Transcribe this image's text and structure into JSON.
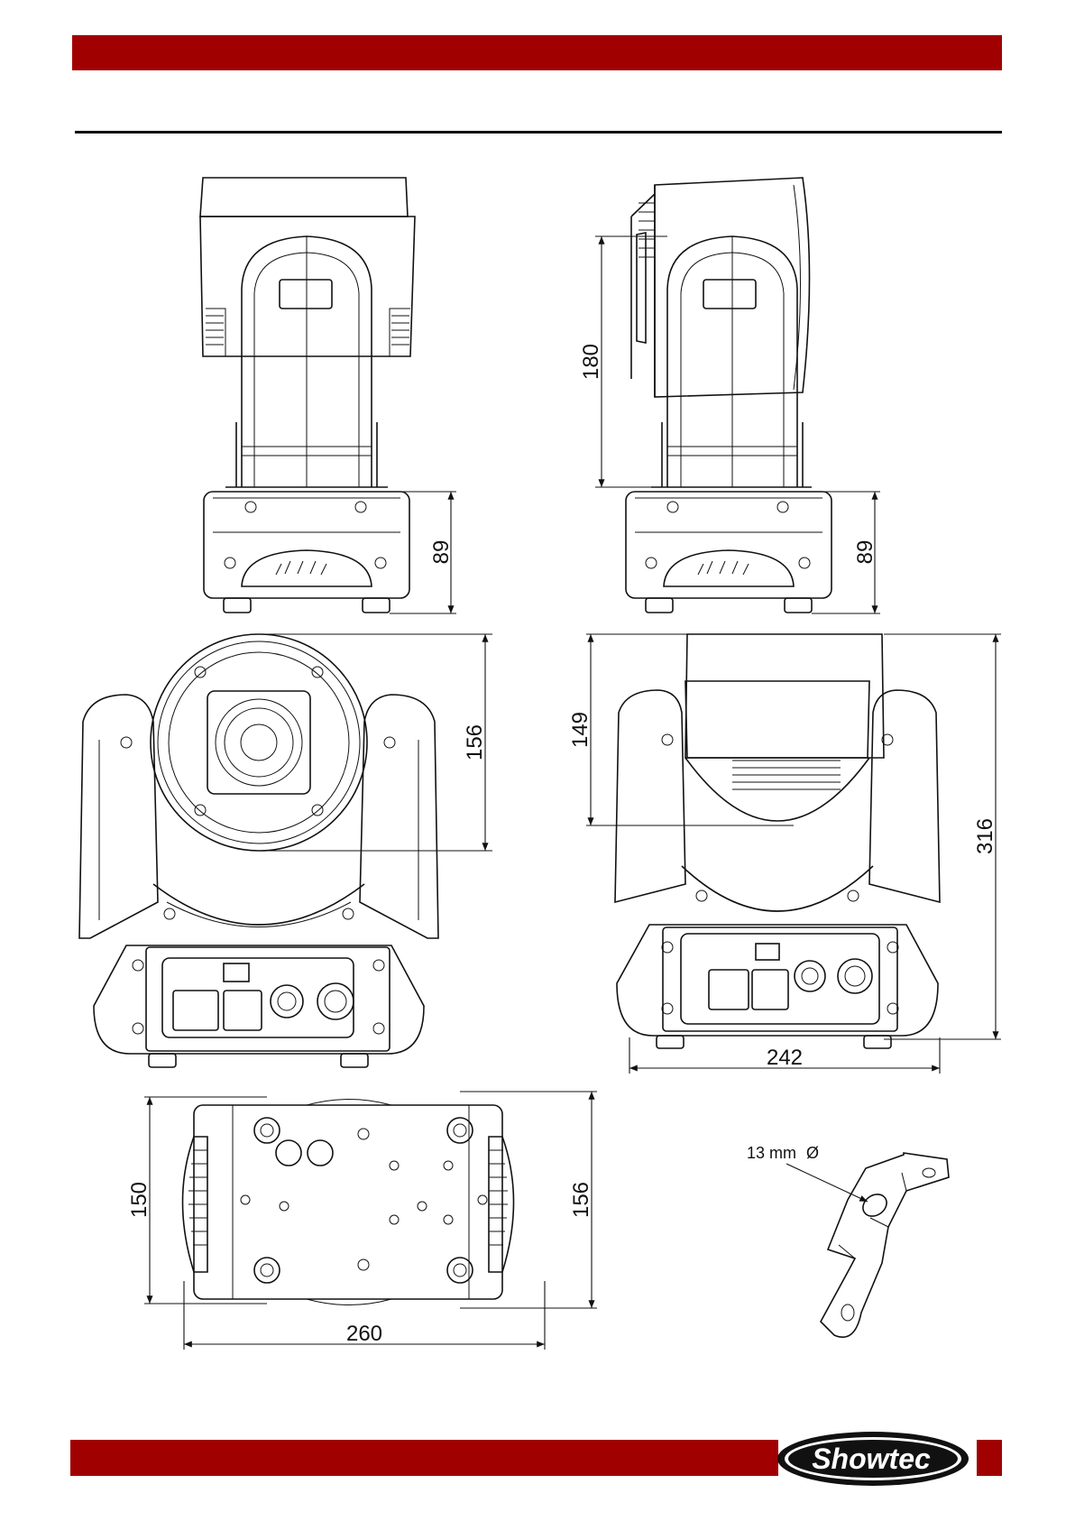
{
  "colors": {
    "band": "#a00000",
    "line": "#111111"
  },
  "logo": {
    "text": "Showtec",
    "icon": "showtec-logo"
  },
  "dimensions": {
    "front_base_height": "89",
    "side_head_height": "180",
    "side_base_height": "89",
    "rear_head_diameter": "156",
    "front_head_height": "149",
    "total_height": "316",
    "base_width": "242",
    "bottom_depth": "150",
    "bottom_depth_right": "156",
    "bottom_width": "260"
  },
  "bracket": {
    "hole_label": "13 mm",
    "hole_symbol": "Ø"
  }
}
